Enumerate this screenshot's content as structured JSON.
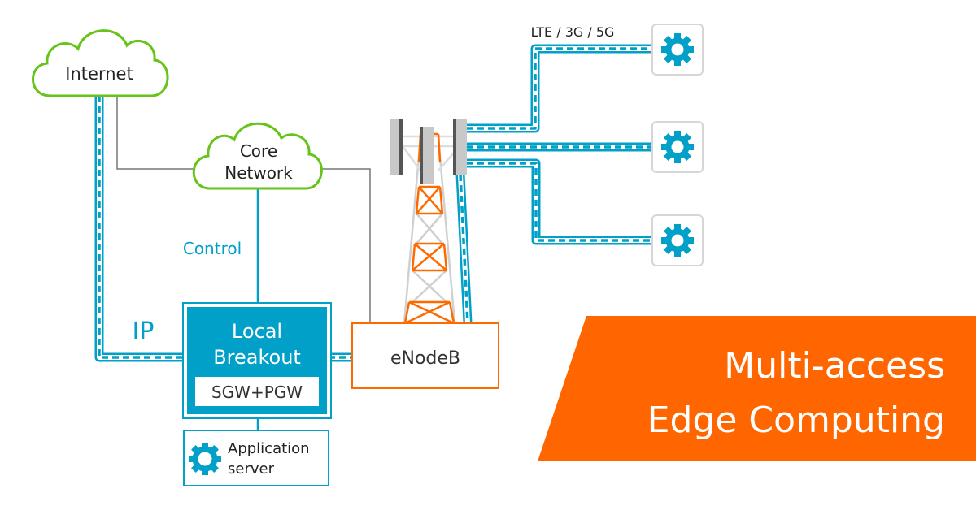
{
  "title": {
    "line1": "Multi-access",
    "line2": "Edge Computing"
  },
  "nodes": {
    "internet": "Internet",
    "core_line1": "Core",
    "core_line2": "Network",
    "local_line1": "Local",
    "local_line2": "Breakout",
    "gateway": "SGW+PGW",
    "app_line1": "Application",
    "app_line2": "server",
    "enodeb": "eNodeB"
  },
  "labels": {
    "control": "Control",
    "ip": "IP",
    "radio": "LTE / 3G / 5G"
  },
  "devices": [
    {
      "icon": "gear-icon"
    },
    {
      "icon": "gear-icon"
    },
    {
      "icon": "gear-icon"
    }
  ],
  "colors": {
    "accent_blue": "#00a0c8",
    "cloud_green": "#66c31a",
    "tower_orange": "#ff6a00",
    "banner_orange": "#ff6600",
    "line_gray": "#777777",
    "text_dark": "#222222"
  }
}
